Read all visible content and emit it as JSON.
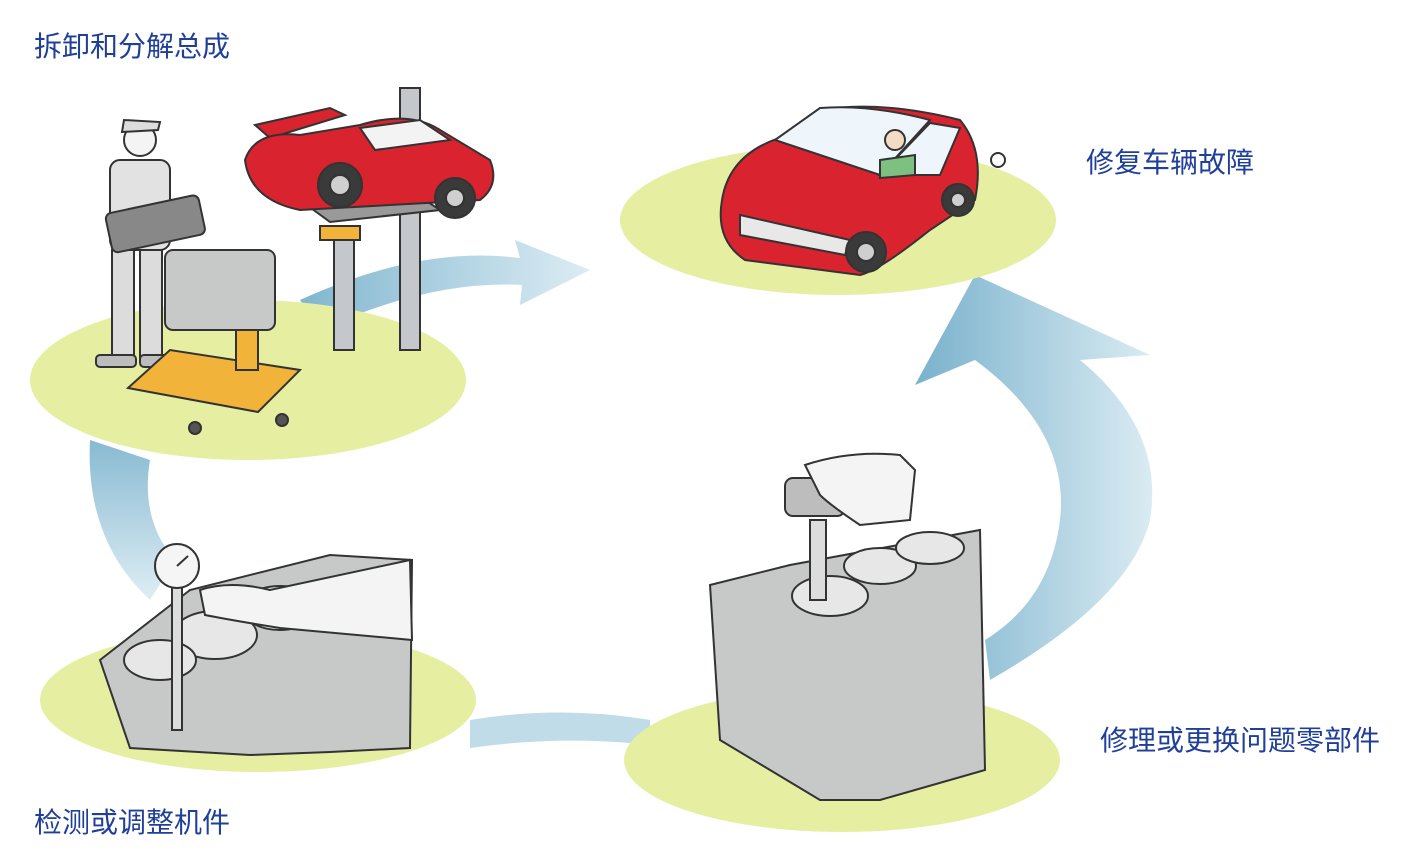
{
  "steps": [
    {
      "id": "disassemble",
      "label": "拆卸和分解总成"
    },
    {
      "id": "inspect",
      "label": "检测或调整机件"
    },
    {
      "id": "repair",
      "label": "修理或更换问题零部件"
    },
    {
      "id": "fixed",
      "label": "修复车辆故障"
    }
  ],
  "colors": {
    "label": "#1f3f99",
    "platform": "#e6eea2",
    "arrow": "#8fc2d8",
    "arrow_dark": "#6aa9c7",
    "car_red": "#d9232e",
    "engine_gray": "#c7c9c9",
    "cart_orange": "#f1b33a"
  },
  "icons": [
    "cycle-arrow-icon",
    "worker-icon",
    "lifted-car-icon",
    "car-lift-icon",
    "engine-stand-icon",
    "bore-gauge-icon",
    "piston-install-icon",
    "driving-car-icon"
  ]
}
